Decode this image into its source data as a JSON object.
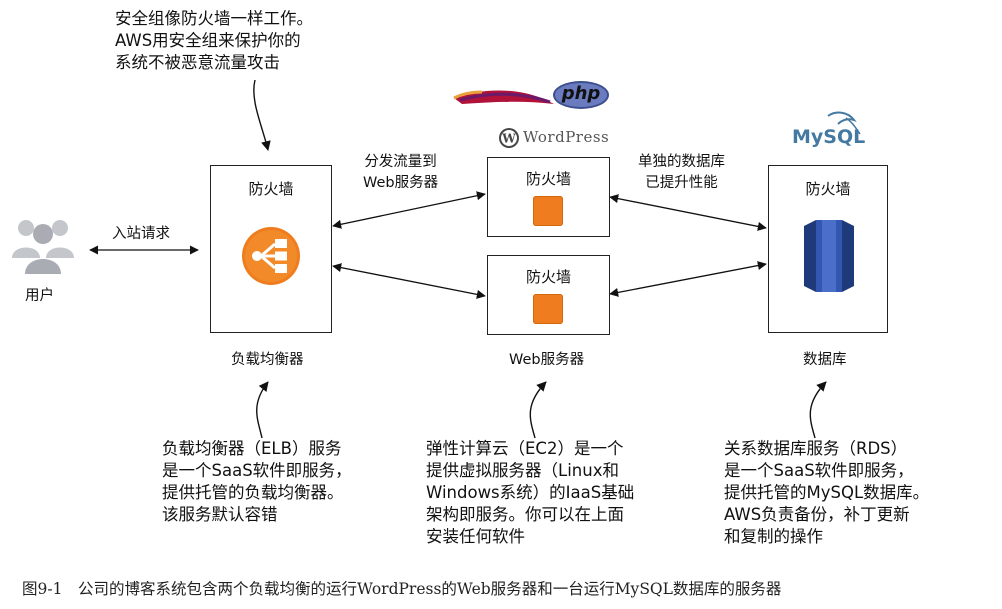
{
  "callouts": {
    "security_group": [
      "安全组像防火墙一样工作。",
      "AWS用安全组来保护你的",
      "系统不被恶意流量攻击"
    ],
    "elb": [
      "负载均衡器（ELB）服务",
      "是一个SaaS软件即服务，",
      "提供托管的负载均衡器。",
      "该服务默认容错"
    ],
    "ec2": [
      "弹性计算云（EC2）是一个",
      "提供虚拟服务器（Linux和",
      "Windows系统）的IaaS基础",
      "架构即服务。你可以在上面",
      "安装任何软件"
    ],
    "rds": [
      "关系数据库服务（RDS）",
      "是一个SaaS软件即服务，",
      "提供托管的MySQL数据库。",
      "AWS负责备份，补丁更新",
      "和复制的操作"
    ]
  },
  "nodes": {
    "user_label": "用户",
    "firewall_label": "防火墙",
    "load_balancer_label": "负载均衡器",
    "web_server_label": "Web服务器",
    "database_label": "数据库"
  },
  "edges": {
    "inbound": "入站请求",
    "distribute": [
      "分发流量到",
      "Web服务器"
    ],
    "single_db": [
      "单独的数据库",
      "已提升性能"
    ]
  },
  "logos": {
    "php": "php",
    "wordpress": "WordPress",
    "mysql": "MySQL"
  },
  "caption": "图9-1　公司的博客系统包含两个负载均衡的运行WordPress的Web服务器和一台运行MySQL数据库的服务器",
  "colors": {
    "orange": "#ef7d1f",
    "rds_blue": "#2d4ea3",
    "user_gray": "#a9adb3"
  }
}
